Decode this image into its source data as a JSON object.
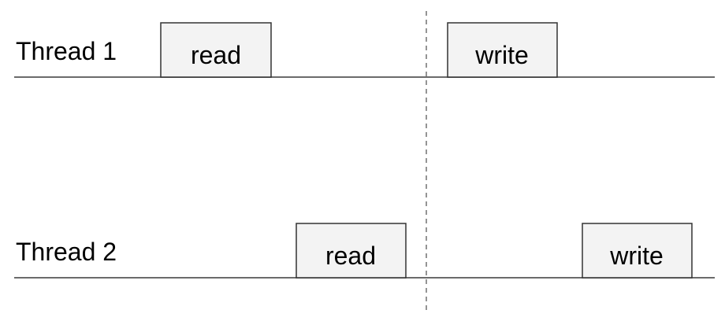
{
  "threads": [
    {
      "label": "Thread 1",
      "ops": [
        {
          "label": "read"
        },
        {
          "label": "write"
        }
      ]
    },
    {
      "label": "Thread 2",
      "ops": [
        {
          "label": "read"
        },
        {
          "label": "write"
        }
      ]
    }
  ],
  "colors": {
    "line": "#6b6b6b",
    "divider": "#7a7a7a",
    "box_fill": "#f3f3f3",
    "box_stroke": "#333333",
    "text": "#000000"
  }
}
